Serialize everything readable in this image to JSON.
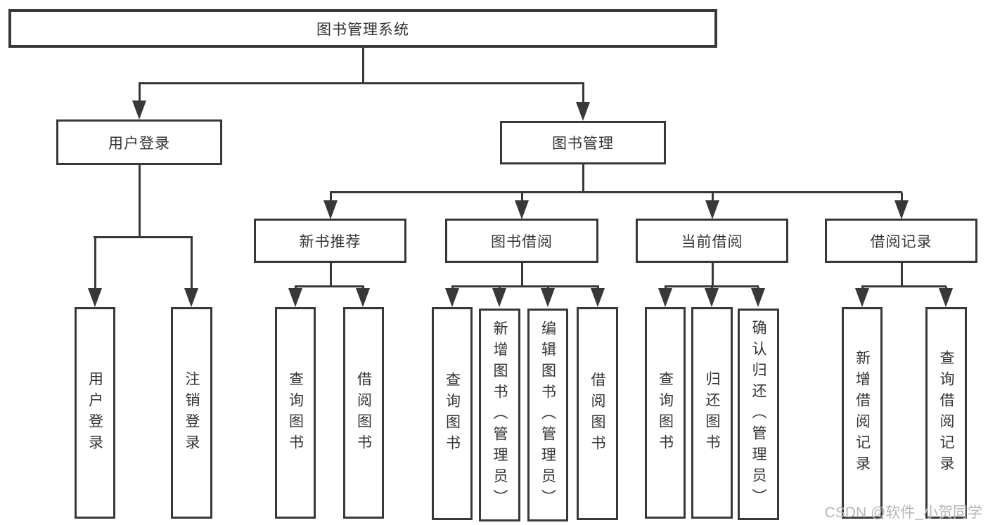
{
  "diagram": {
    "nodes": {
      "root": "图书管理系统",
      "user_login": "用户登录",
      "book_management": "图书管理",
      "new_book_recommend": "新书推荐",
      "book_borrowing": "图书借阅",
      "current_borrowing": "当前借阅",
      "borrowing_records": "借阅记录",
      "leaf_user_login": "用户登录",
      "leaf_logout": "注销登录",
      "leaf_nb_query_books": "查询图书",
      "leaf_nb_borrow_books": "借阅图书",
      "leaf_bb_query_books": "查询图书",
      "leaf_bb_add_books": "新增图书（管理员）",
      "leaf_bb_edit_books": "编辑图书（管理员）",
      "leaf_bb_borrow_books": "借阅图书",
      "leaf_cb_query_books": "查询图书",
      "leaf_cb_return_books": "归还图书",
      "leaf_cb_confirm_return": "确认归还（管理员）",
      "leaf_br_add_record": "新增借阅记录",
      "leaf_br_query_record": "查询借阅记录"
    },
    "colors": {
      "line": "#383838",
      "border": "#383838",
      "text": "#333333",
      "watermark": "#b5b5b5",
      "background": "#ffffff"
    }
  },
  "watermark": "CSDN @软件_小贺同学"
}
